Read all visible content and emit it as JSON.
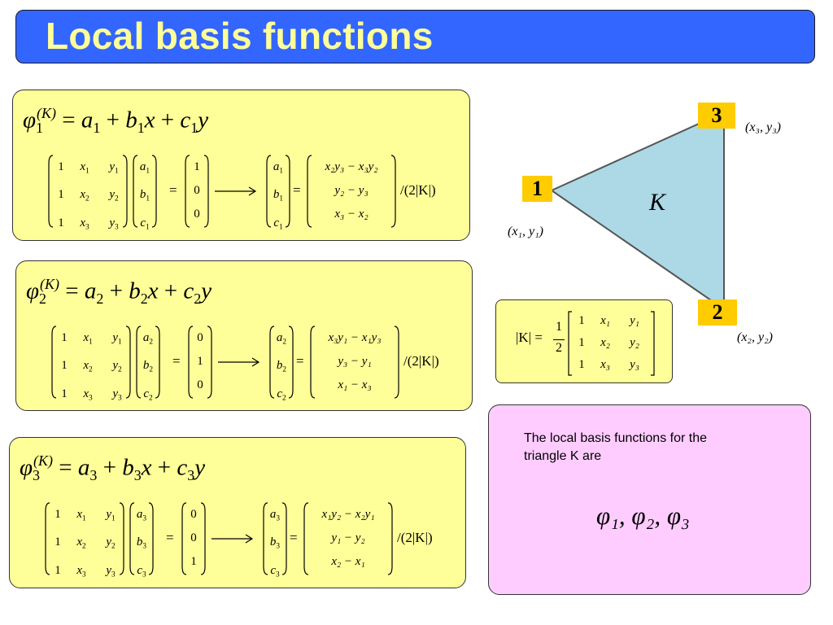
{
  "title": "Local basis functions",
  "boxes": [
    {
      "func": {
        "phi": "φ",
        "index": "1",
        "sup": "(K)",
        "eq": "=",
        "a": "a",
        "b": "b",
        "c": "c",
        "plus": "+",
        "x": "x",
        "y": "y"
      },
      "lhs_matrix": [
        [
          "1",
          "x",
          "1",
          "y",
          "1"
        ],
        [
          "1",
          "x",
          "2",
          "y",
          "2"
        ],
        [
          "1",
          "x",
          "3",
          "y",
          "3"
        ]
      ],
      "vec": [
        "a",
        "b",
        "c"
      ],
      "rhs_vec": [
        "1",
        "0",
        "0"
      ],
      "result_num": [
        "x₂y₃ − x₃y₂",
        "y₂ − y₃",
        "x₃ − x₂"
      ],
      "divisor": "/(2|K|)"
    },
    {
      "func": {
        "phi": "φ",
        "index": "2",
        "sup": "(K)",
        "eq": "=",
        "a": "a",
        "b": "b",
        "c": "c",
        "plus": "+",
        "x": "x",
        "y": "y"
      },
      "lhs_matrix": [
        [
          "1",
          "x",
          "1",
          "y",
          "1"
        ],
        [
          "1",
          "x",
          "2",
          "y",
          "2"
        ],
        [
          "1",
          "x",
          "3",
          "y",
          "3"
        ]
      ],
      "vec": [
        "a",
        "b",
        "c"
      ],
      "rhs_vec": [
        "0",
        "1",
        "0"
      ],
      "result_num": [
        "x₃y₁ − x₁y₃",
        "y₃ − y₁",
        "x₁ − x₃"
      ],
      "divisor": "/(2|K|)"
    },
    {
      "func": {
        "phi": "φ",
        "index": "3",
        "sup": "(K)",
        "eq": "=",
        "a": "a",
        "b": "b",
        "c": "c",
        "plus": "+",
        "x": "x",
        "y": "y"
      },
      "lhs_matrix": [
        [
          "1",
          "x",
          "1",
          "y",
          "1"
        ],
        [
          "1",
          "x",
          "2",
          "y",
          "2"
        ],
        [
          "1",
          "x",
          "3",
          "y",
          "3"
        ]
      ],
      "vec": [
        "a",
        "b",
        "c"
      ],
      "rhs_vec": [
        "0",
        "0",
        "1"
      ],
      "result_num": [
        "x₁y₂ − x₂y₁",
        "y₁ − y₂",
        "x₂ − x₁"
      ],
      "divisor": "/(2|K|)"
    }
  ],
  "triangle": {
    "label": "K",
    "vertices": [
      {
        "num": "1",
        "coord": "(x₁, y₁)"
      },
      {
        "num": "2",
        "coord": "(x₂, y₂)"
      },
      {
        "num": "3",
        "coord": "(x₃, y₃)"
      }
    ],
    "fill": "#add8e6"
  },
  "area_formula": {
    "lhs": "|K| =",
    "frac_num": "1",
    "frac_den": "2",
    "matrix": [
      [
        "1",
        "x₁",
        "y₁"
      ],
      [
        "1",
        "x₂",
        "y₂"
      ],
      [
        "1",
        "x₃",
        "y₃"
      ]
    ]
  },
  "note": {
    "text": "The local basis functions for the triangle K are",
    "phis": "φ₁, φ₂, φ₃"
  },
  "colors": {
    "title_bg": "#3366ff",
    "title_text": "#ffff99",
    "eq_box": "#ffff99",
    "note_box": "#ffccff",
    "vertex_label": "#ffcc00"
  }
}
